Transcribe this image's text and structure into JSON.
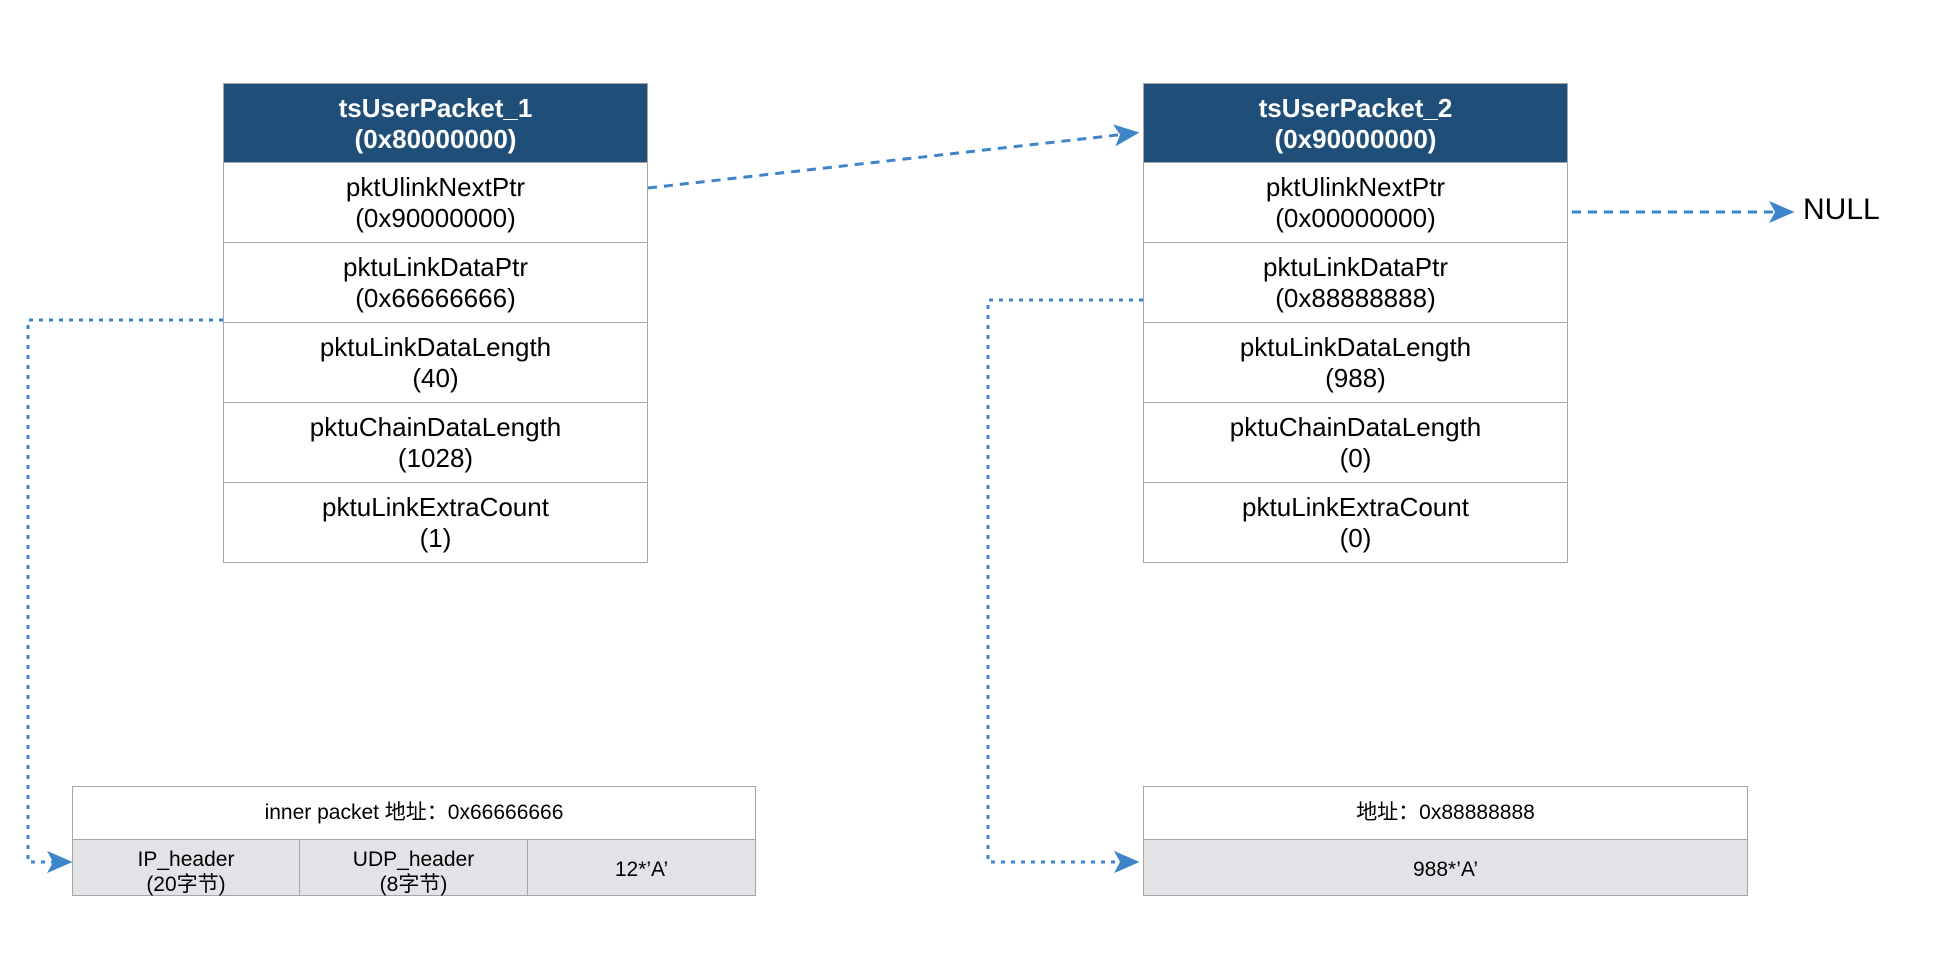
{
  "diagram": {
    "title_hidden": "",
    "colors": {
      "header_blue": "#1f4e79",
      "arrow_blue": "#3d85c8",
      "cell_gray": "#e1e3e6",
      "border_gray": "#a6a6a6"
    },
    "packets": [
      {
        "name": "tsUserPacket_1",
        "address": "(0x80000000)",
        "fields": [
          {
            "label": "pktUlinkNextPtr",
            "value": "(0x90000000)"
          },
          {
            "label": "pktuLinkDataPtr",
            "value": "(0x66666666)"
          },
          {
            "label": "pktuLinkDataLength",
            "value": "(40)"
          },
          {
            "label": "pktuChainDataLength",
            "value": "(1028)"
          },
          {
            "label": "pktuLinkExtraCount",
            "value": "(1)"
          }
        ]
      },
      {
        "name": "tsUserPacket_2",
        "address": "(0x90000000)",
        "fields": [
          {
            "label": "pktUlinkNextPtr",
            "value": "(0x00000000)"
          },
          {
            "label": "pktuLinkDataPtr",
            "value": "(0x88888888)"
          },
          {
            "label": "pktuLinkDataLength",
            "value": "(988)"
          },
          {
            "label": "pktuChainDataLength",
            "value": "(0)"
          },
          {
            "label": "pktuLinkExtraCount",
            "value": "(0)"
          }
        ]
      }
    ],
    "null_label": "NULL",
    "memory_boxes": [
      {
        "address": "inner packet 地址：0x66666666",
        "cells": [
          {
            "line1": "IP_header",
            "line2": "(20字节)"
          },
          {
            "line1": "UDP_header",
            "line2": "(8字节)"
          },
          {
            "line1": "12*’A’",
            "line2": ""
          }
        ]
      },
      {
        "address": "地址：0x88888888",
        "cells": [
          {
            "line1": "988*’A’",
            "line2": ""
          }
        ]
      }
    ]
  }
}
